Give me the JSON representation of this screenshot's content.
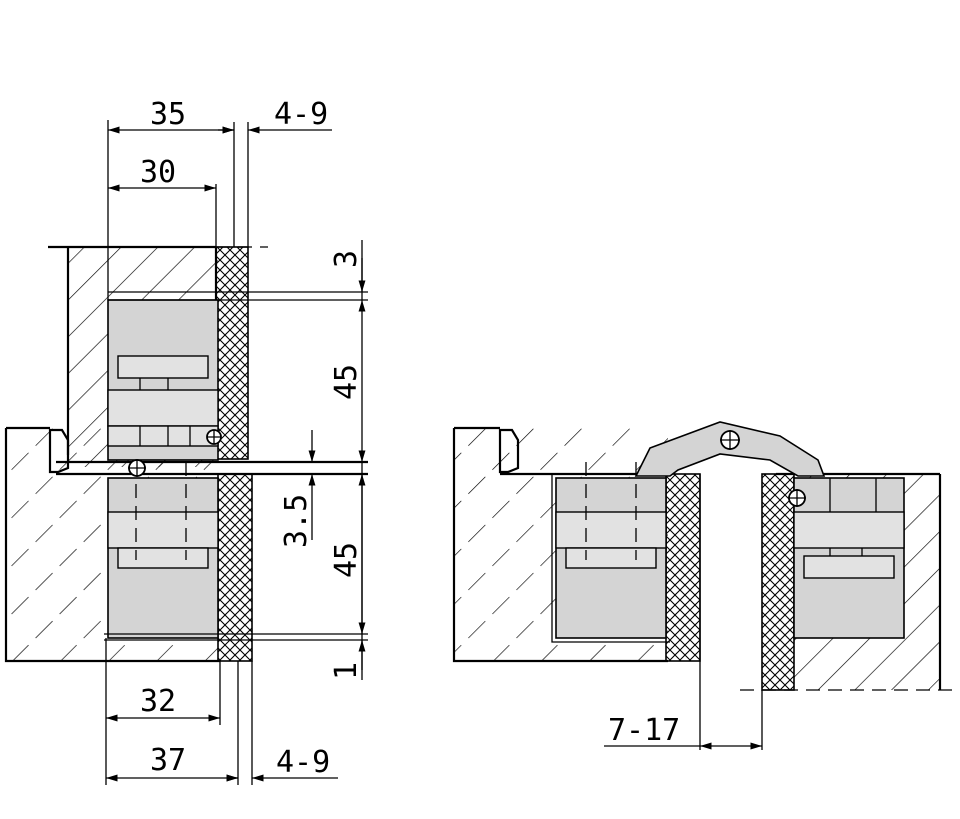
{
  "dimensions": {
    "top_35": "35",
    "top_4_9": "4-9",
    "top_30": "30",
    "right_3": "3",
    "right_45_upper": "45",
    "mid_3_5": "3.5",
    "right_45_lower": "45",
    "right_1": "1",
    "bottom_32": "32",
    "bottom_37": "37",
    "bottom_4_9": "4-9",
    "open_7_17": "7-17"
  },
  "colors": {
    "line": "#000000",
    "part_fill": "#d4d4d4",
    "background": "#ffffff"
  }
}
